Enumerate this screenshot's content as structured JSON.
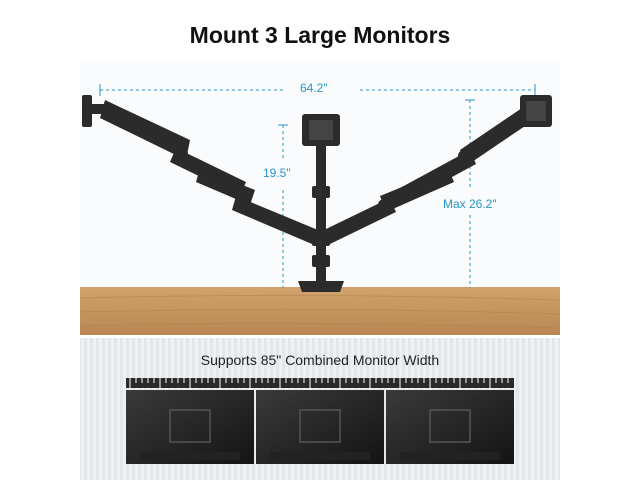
{
  "title": "Mount 3 Large Monitors",
  "dimensions": {
    "width": "64.2\"",
    "pole_height": "19.5\"",
    "max_height": "Max 26.2\""
  },
  "subtitle": "Supports 85\" Combined Monitor Width",
  "colors": {
    "dimension_blue": "#2a95c8",
    "desk_wood": "#c7965f",
    "arm_black": "#2b2b2b",
    "floor_gray": "#e9ecf0"
  },
  "monitor_count": 3
}
